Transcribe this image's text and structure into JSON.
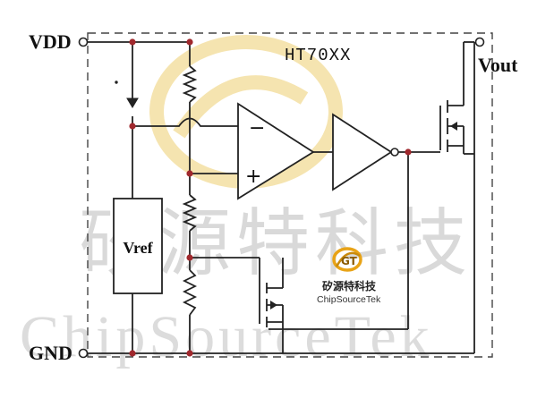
{
  "chip": {
    "part_number": "HT70XX"
  },
  "pins": {
    "vdd": "VDD",
    "gnd": "GND",
    "vout": "Vout"
  },
  "reference": {
    "label": "Vref"
  },
  "comparator": {
    "inverting_symbol": "−",
    "noninverting_symbol": "+"
  },
  "watermark": {
    "chinese": "矽源特科技",
    "english": "ChipSourceTek"
  },
  "logo": {
    "chinese": "矽源特科技",
    "english": "ChipSourceTek",
    "mark": "GT"
  },
  "colors": {
    "wire": "#222222",
    "junction": "#a0282d",
    "border_dash": "#444444",
    "watermark_text": "#d9d9d9",
    "watermark_ring": "#f5e2a8",
    "logo_accent": "#e8a317"
  }
}
